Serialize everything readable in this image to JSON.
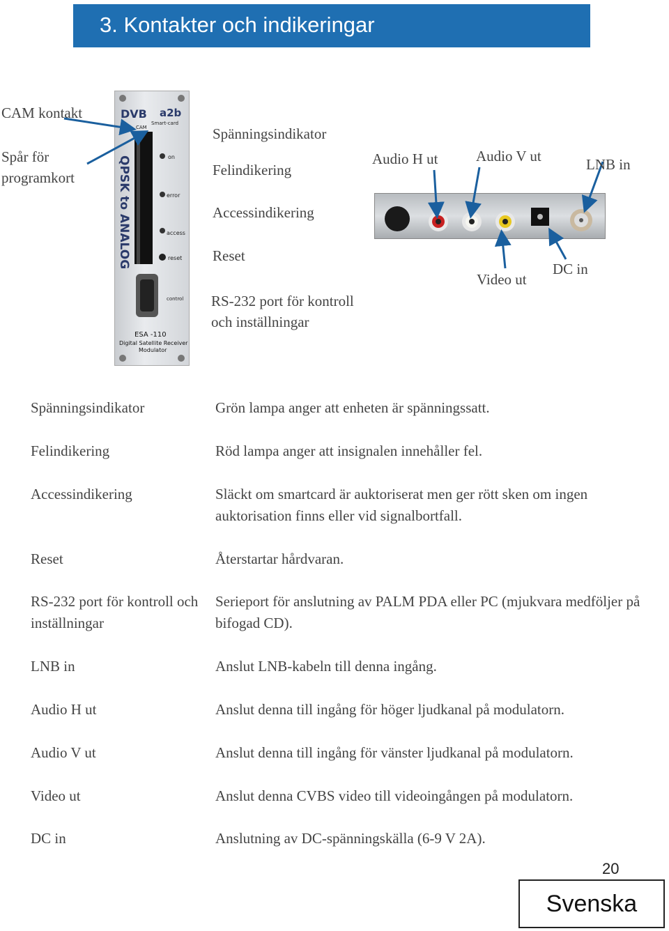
{
  "header": {
    "title": "3. Kontakter och indikeringar"
  },
  "diagram": {
    "callouts_left": {
      "cam": "CAM kontakt",
      "slot_line1": "Spår för",
      "slot_line2": "programkort"
    },
    "callouts_middle": {
      "power": "Spänningsindikator",
      "error": "Felindikering",
      "access": "Accessindikering",
      "reset": "Reset",
      "rs232_line1": "RS-232 port för kontroll",
      "rs232_line2": "och inställningar"
    },
    "callouts_rear": {
      "audio_h": "Audio H ut",
      "audio_v": "Audio V ut",
      "lnb": "LNB in",
      "video": "Video ut",
      "dc": "DC in"
    },
    "panel_print": {
      "dvb": "DVB",
      "a2b": "a2b",
      "cam": "CAM",
      "smartcard": "Smart-card",
      "on": "on",
      "error": "error",
      "access": "access",
      "reset": "reset",
      "control": "control",
      "vertical": "QPSK to ANALOG",
      "model": "ESA -110",
      "desc1": "Digital Satellite Receiver",
      "desc2": "Modulator"
    }
  },
  "table": {
    "rows": [
      {
        "term": "Spänningsindikator",
        "desc": "Grön lampa anger att enheten är spänningssatt."
      },
      {
        "term": "Felindikering",
        "desc": "Röd lampa anger att insignalen innehåller fel."
      },
      {
        "term": "Accessindikering",
        "desc": "Släckt om smartcard är auktoriserat men ger rött sken om ingen auktorisation finns eller vid signalbortfall."
      },
      {
        "term": "Reset",
        "desc": "Återstartar hårdvaran."
      },
      {
        "term": "RS-232 port för kontroll och inställningar",
        "desc": "Serieport för anslutning av PALM PDA eller PC (mjukvara medföljer på bifogad CD)."
      },
      {
        "term": "LNB in",
        "desc": "Anslut LNB-kabeln till denna ingång."
      },
      {
        "term": "Audio H ut",
        "desc": "Anslut denna till ingång för höger ljudkanal på modulatorn."
      },
      {
        "term": "Audio V ut",
        "desc": "Anslut denna till ingång för vänster ljudkanal på modulatorn."
      },
      {
        "term": "Video ut",
        "desc": "Anslut denna CVBS video till videoingången på modulatorn."
      },
      {
        "term": "DC in",
        "desc": "Anslutning av DC-spänningskälla (6-9 V 2A)."
      }
    ]
  },
  "footer": {
    "page_number": "20",
    "language": "Svenska"
  },
  "colors": {
    "header_bg": "#1f6fb2",
    "arrow": "#1a5f9e"
  }
}
